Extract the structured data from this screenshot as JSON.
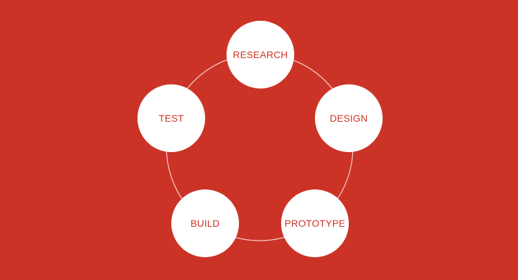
{
  "diagram": {
    "type": "cycle",
    "background_color": "#CC3327",
    "node_color": "#FFFFFF",
    "label_color": "#CC3327",
    "nodes": [
      {
        "id": "research",
        "label": "RESEARCH"
      },
      {
        "id": "design",
        "label": "DESIGN"
      },
      {
        "id": "prototype",
        "label": "PROTOTYPE"
      },
      {
        "id": "build",
        "label": "BUILD"
      },
      {
        "id": "test",
        "label": "TEST"
      }
    ]
  }
}
